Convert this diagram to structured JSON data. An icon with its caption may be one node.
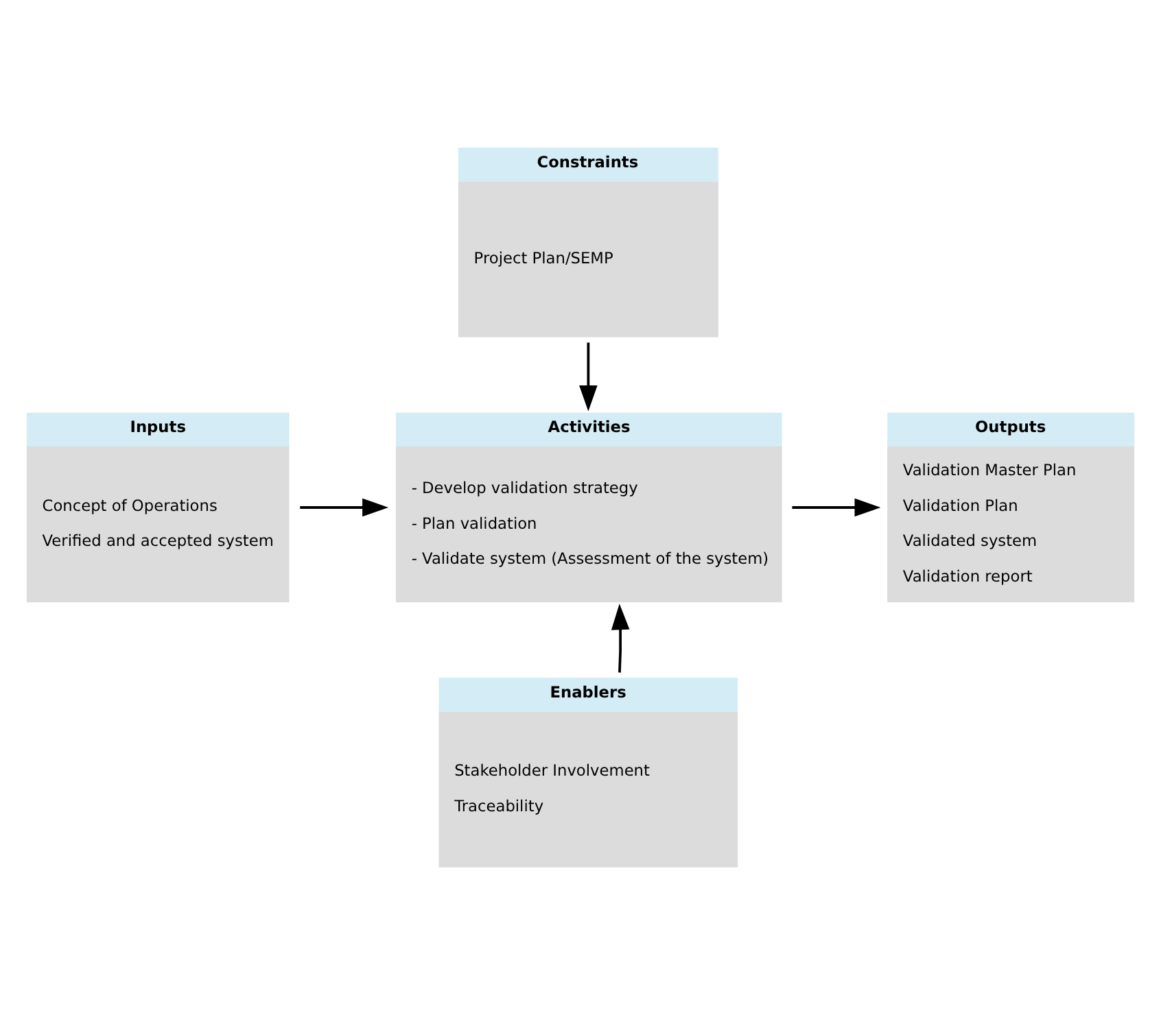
{
  "diagram": {
    "nodes": [
      {
        "text": [
          "Constraints",
          "Project Plan/SEMP"
        ]
      },
      {
        "text": [
          "Inputs",
          "Concept of Operations",
          "Verified and accepted system"
        ]
      },
      {
        "text": [
          "Activities",
          "- Develop validation strategy",
          "- Plan validation",
          "- Validate system (Assessment of the system)"
        ]
      },
      {
        "text": [
          "Outputs",
          "Validation Master Plan",
          "Validation Plan",
          "Validated system",
          "Validation report"
        ]
      },
      {
        "text": [
          "Enablers",
          "Stakeholder Involvement",
          "Traceability"
        ]
      }
    ],
    "edges": [
      {
        "from": 0,
        "to": 2,
        "arrow": "to"
      },
      {
        "from": 1,
        "to": 2,
        "arrow": "to"
      },
      {
        "from": 2,
        "to": 3,
        "arrow": "to"
      },
      {
        "from": 4,
        "to": 2,
        "arrow": "to"
      }
    ]
  }
}
